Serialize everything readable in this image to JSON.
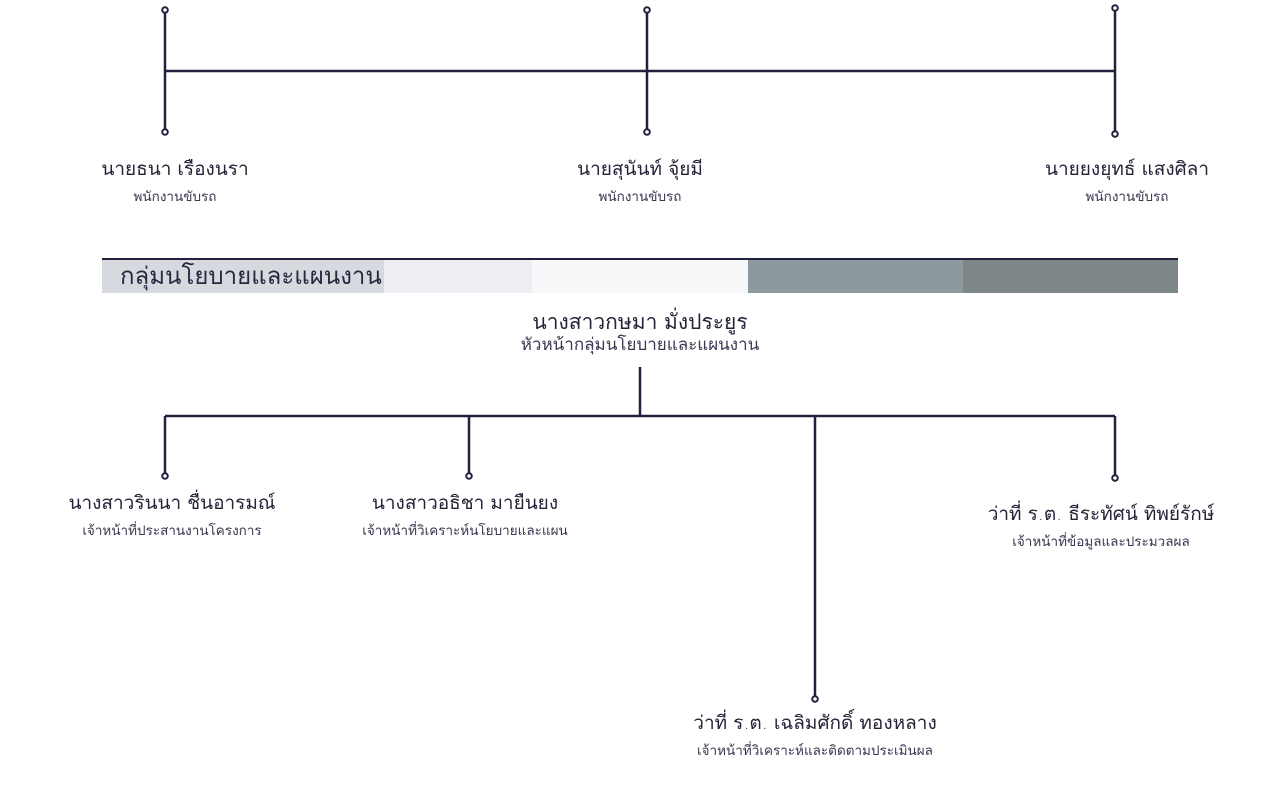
{
  "top_row": [
    {
      "name": "นายธนา เรืองนรา",
      "role": "พนักงานขับรถ"
    },
    {
      "name": "นายสุนันท์ จุ้ยมี",
      "role": "พนักงานขับรถ"
    },
    {
      "name": "นายยงยุทธ์ แสงศิลา",
      "role": "พนักงานขับรถ"
    }
  ],
  "section": {
    "title": "กลุ่มนโยบายและแผนงาน",
    "bar_colors": [
      "#d6dade",
      "#eceef1",
      "#f7f8f9",
      "#8c9a9f",
      "#7d8787"
    ]
  },
  "head": {
    "name": "นางสาวกษมา มั่งประยูร",
    "role": "หัวหน้ากลุ่มนโยบายและแผนงาน"
  },
  "staff": [
    {
      "name": "นางสาวรินนา ชื่นอารมณ์",
      "role": "เจ้าหน้าที่ประสานงานโครงการ"
    },
    {
      "name": "นางสาวอธิชา มายืนยง",
      "role": "เจ้าหน้าที่วิเคราะห์นโยบายและแผน"
    },
    {
      "name": "ว่าที่ ร.ต. เฉลิมศักดิ์ ทองหลาง",
      "role": "เจ้าหน้าที่วิเคราะห์และติดตามประเมินผล"
    },
    {
      "name": "ว่าที่ ร.ต. ธีระทัศน์ ทิพย์รักษ์",
      "role": "เจ้าหน้าที่ข้อมูลและประมวลผล"
    }
  ],
  "line_color": "#241f3d"
}
